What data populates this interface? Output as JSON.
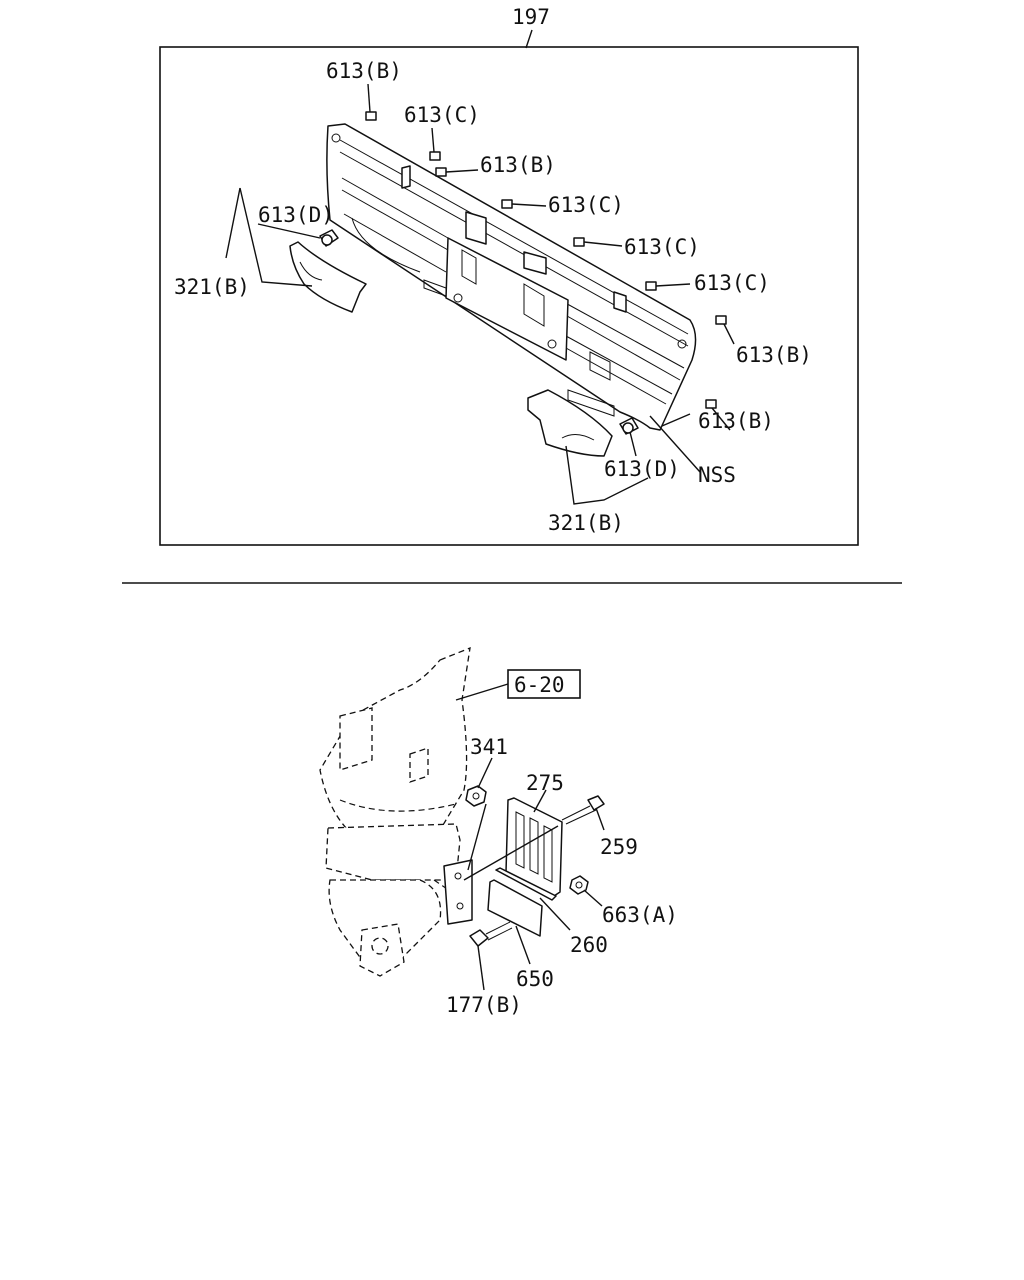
{
  "top_diagram": {
    "assembly_label": "197",
    "callouts": {
      "clip_b_top": "613(B)",
      "clip_c_1": "613(C)",
      "clip_b_2": "613(B)",
      "clip_c_2": "613(C)",
      "clip_c_3": "613(C)",
      "clip_c_4": "613(C)",
      "clip_b_right_1": "613(B)",
      "clip_b_right_2": "613(B)",
      "clip_d_left": "613(D)",
      "bracket_left": "321(B)",
      "clip_d_bottom": "613(D)",
      "nss": "NSS",
      "bracket_bottom": "321(B)"
    }
  },
  "bottom_diagram": {
    "reference_box": "6-20",
    "callouts": {
      "nut_341": "341",
      "plate_275": "275",
      "bolt_259": "259",
      "nut_663a": "663(A)",
      "plate_260": "260",
      "plate_650": "650",
      "bolt_177b": "177(B)"
    }
  }
}
